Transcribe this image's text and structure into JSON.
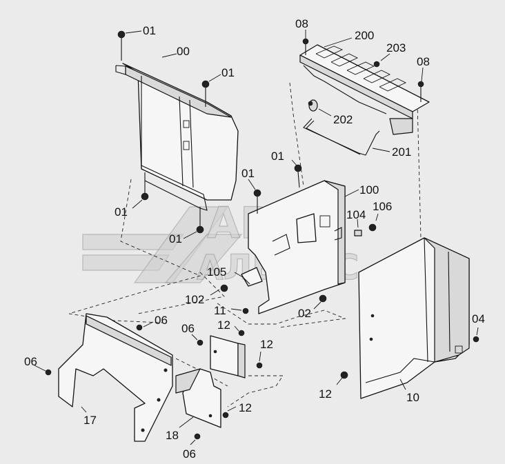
{
  "watermark": {
    "line1": "АВТО",
    "line2": "АЛЬЯНС"
  },
  "callouts": [
    {
      "id": "c01a",
      "text": "01"
    },
    {
      "id": "c00",
      "text": "00"
    },
    {
      "id": "c01b",
      "text": "01"
    },
    {
      "id": "c01c",
      "text": "01"
    },
    {
      "id": "c01d",
      "text": "01"
    },
    {
      "id": "c01e",
      "text": "01"
    },
    {
      "id": "c01f",
      "text": "01"
    },
    {
      "id": "c08a",
      "text": "08"
    },
    {
      "id": "c200",
      "text": "200"
    },
    {
      "id": "c203",
      "text": "203"
    },
    {
      "id": "c08b",
      "text": "08"
    },
    {
      "id": "c202",
      "text": "202"
    },
    {
      "id": "c201",
      "text": "201"
    },
    {
      "id": "c100",
      "text": "100"
    },
    {
      "id": "c104",
      "text": "104"
    },
    {
      "id": "c106",
      "text": "106"
    },
    {
      "id": "c105",
      "text": "105"
    },
    {
      "id": "c102",
      "text": "102"
    },
    {
      "id": "c11",
      "text": "11"
    },
    {
      "id": "c02",
      "text": "02"
    },
    {
      "id": "c06a",
      "text": "06"
    },
    {
      "id": "c06b",
      "text": "06"
    },
    {
      "id": "c12a",
      "text": "12"
    },
    {
      "id": "c12b",
      "text": "12"
    },
    {
      "id": "c06c",
      "text": "06"
    },
    {
      "id": "c17",
      "text": "17"
    },
    {
      "id": "c18",
      "text": "18"
    },
    {
      "id": "c12c",
      "text": "12"
    },
    {
      "id": "c06d",
      "text": "06"
    },
    {
      "id": "c12d",
      "text": "12"
    },
    {
      "id": "c10",
      "text": "10"
    },
    {
      "id": "c04",
      "text": "04"
    }
  ]
}
